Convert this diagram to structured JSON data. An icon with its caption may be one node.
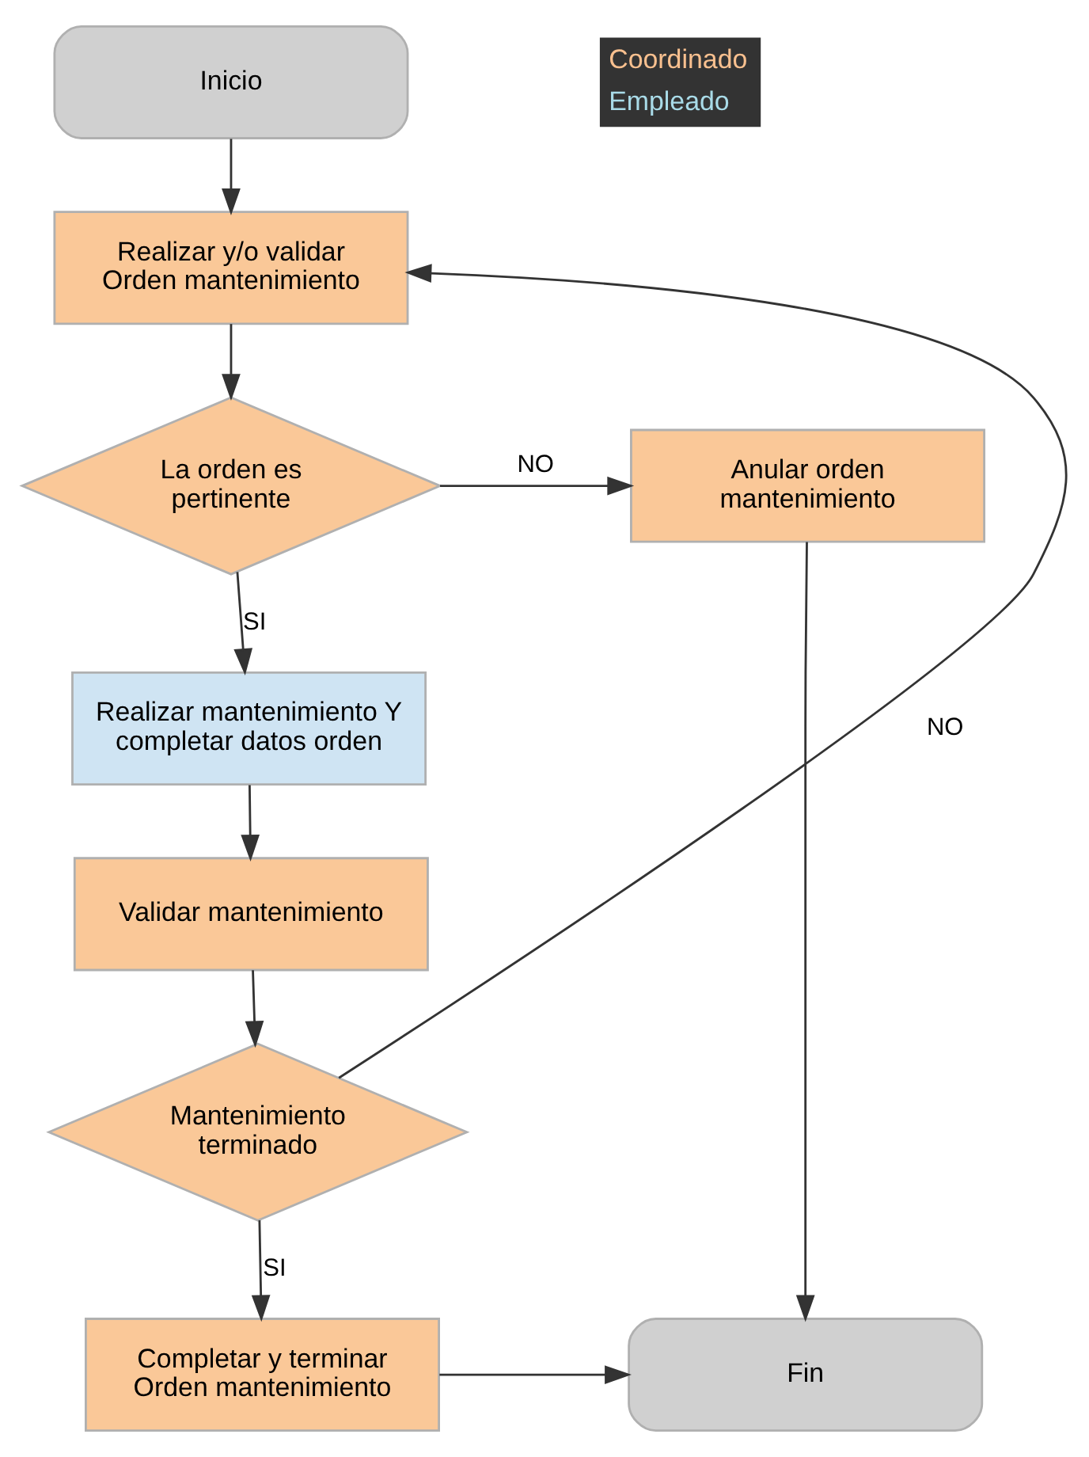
{
  "diagram": {
    "nodes": [
      {
        "text": [
          "Inicio"
        ]
      },
      {
        "text": [
          "Realizar y/o validar Orden mantenimiento"
        ]
      },
      {
        "text": [
          "La orden es pertinente"
        ]
      },
      {
        "text": [
          "Anular orden mantenimiento"
        ]
      },
      {
        "text": [
          "Realizar mantenimiento Y completar datos orden"
        ]
      },
      {
        "text": [
          "Validar mantenimiento"
        ]
      },
      {
        "text": [
          "Mantenimiento terminado"
        ]
      },
      {
        "text": [
          "Completar y terminar Orden mantenimiento"
        ]
      },
      {
        "text": [
          "Fin"
        ]
      }
    ],
    "edges": [
      {
        "from": 0,
        "to": 1,
        "arrow": "to"
      },
      {
        "from": 1,
        "to": 2,
        "arrow": "to"
      },
      {
        "from": 2,
        "to": 3,
        "arrow": "to",
        "label": "NO"
      },
      {
        "from": 2,
        "to": 4,
        "arrow": "to",
        "label": "SI"
      },
      {
        "from": 4,
        "to": 5,
        "arrow": "to"
      },
      {
        "from": 5,
        "to": 6,
        "arrow": "to"
      },
      {
        "from": 6,
        "to": 1,
        "arrow": "to",
        "label": "NO"
      },
      {
        "from": 6,
        "to": 7,
        "arrow": "to",
        "label": "SI"
      },
      {
        "from": 3,
        "to": 8,
        "arrow": "to"
      },
      {
        "from": 7,
        "to": 8,
        "arrow": "to"
      }
    ],
    "legend": [
      {
        "text": "Coordinado",
        "color": "#f9c08f"
      },
      {
        "text": "Empleado",
        "color": "#a9dbe8"
      }
    ]
  }
}
